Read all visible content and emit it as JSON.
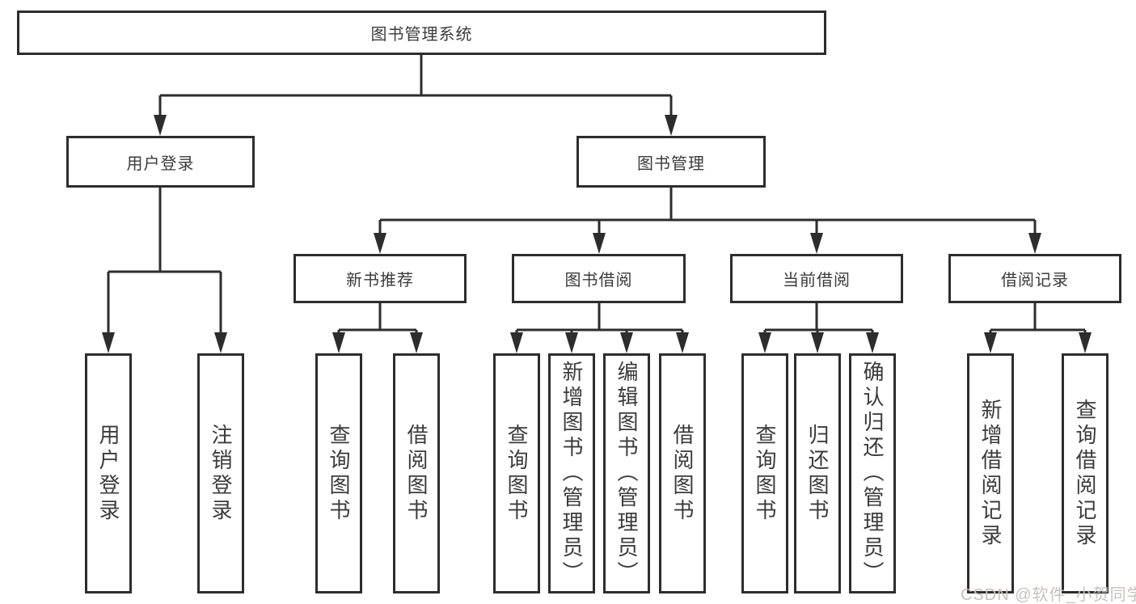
{
  "tree": {
    "root": {
      "label": "图书管理系统",
      "children": [
        {
          "label": "用户登录",
          "children": [
            {
              "label": "用户登录"
            },
            {
              "label": "注销登录"
            }
          ]
        },
        {
          "label": "图书管理",
          "children": [
            {
              "label": "新书推荐",
              "children": [
                {
                  "label": "查询图书"
                },
                {
                  "label": "借阅图书"
                }
              ]
            },
            {
              "label": "图书借阅",
              "children": [
                {
                  "label": "查询图书"
                },
                {
                  "label": "新增图书（管理员）"
                },
                {
                  "label": "编辑图书（管理员）"
                },
                {
                  "label": "借阅图书"
                }
              ]
            },
            {
              "label": "当前借阅",
              "children": [
                {
                  "label": "查询图书"
                },
                {
                  "label": "归还图书"
                },
                {
                  "label": "确认归还（管理员）"
                }
              ]
            },
            {
              "label": "借阅记录",
              "children": [
                {
                  "label": "新增借阅记录"
                },
                {
                  "label": "查询借阅记录"
                }
              ]
            }
          ]
        }
      ]
    }
  },
  "watermark": {
    "text": "CSDN @软件_小贺同学"
  },
  "colors": {
    "line": "#2d2d2d",
    "box_border": "#2d2d2d",
    "box_fill": "#ffffff",
    "text": "#3b3b3b",
    "watermark": "#c7c2bf",
    "background": "#ffffff"
  }
}
